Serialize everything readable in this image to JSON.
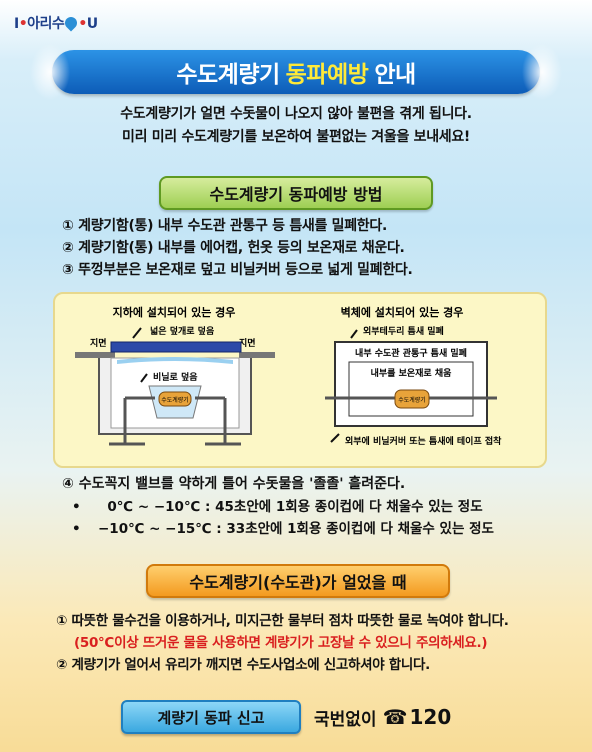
{
  "logo": {
    "text_prefix": "I",
    "text_main": "아리수",
    "text_suffix": "U"
  },
  "title": {
    "part1": "수도계량기",
    "highlight": "동파예방",
    "part2": "안내"
  },
  "intro": {
    "line1": "수도계량기가 얼면 수돗물이 나오지 않아 불편을 겪게 됩니다.",
    "line2": "미리 미리 수도계량기를 보온하여 불편없는 겨울을 보내세요!"
  },
  "section1": {
    "heading": "수도계량기 동파예방 방법",
    "steps": [
      "① 계량기함(통) 내부 수도관 관통구 등 틈새를 밀폐한다.",
      "② 계량기함(통) 내부를 에어캡, 헌옷 등의 보온재로 채운다.",
      "③ 뚜껑부분은 보온재로 덮고 비닐커버 등으로 넓게 밀폐한다."
    ]
  },
  "diagram": {
    "left": {
      "title": "지하에 설치되어 있는 경우",
      "ground_label": "지면",
      "cover_label": "넓은 덮개로 덮음",
      "vinyl_label": "비닐로 덮음",
      "meter_label": "수도계량기"
    },
    "right": {
      "title": "벽체에 설치되어 있는 경우",
      "gap_label": "외부테두리 틈새 밀폐",
      "inner_gap_label": "내부 수도관 관통구 틈새 밀폐",
      "insulation_label": "내부를 보온재로 채움",
      "meter_label": "수도계량기",
      "cover_label": "외부에 비닐커버 또는 틈새에 테이프 접착"
    }
  },
  "step4": {
    "text": "④ 수도꼭지 밸브를 약하게 틀어 수돗물을 '졸졸' 흘려준다.",
    "bullets": [
      {
        "bullet": "•",
        "range": "  0℃ ~ −10℃",
        "desc": " : 45초안에 1회용 종이컵에 다 채울수 있는 정도"
      },
      {
        "bullet": "•",
        "range": "−10℃ ~ −15℃",
        "desc": " : 33초안에 1회용 종이컵에 다 채울수 있는 정도"
      }
    ]
  },
  "section2": {
    "heading": "수도계량기(수도관)가 얼었을 때",
    "line1": "① 따뜻한 물수건을 이용하거나, 미지근한 물부터 점차 따뜻한 물로 녹여야 합니다.",
    "warning": "(50℃이상 뜨거운 물을 사용하면 계량기가 고장날 수 있으니 주의하세요.)",
    "line2": "② 계량기가 얼어서 유리가 깨지면 수도사업소에 신고하셔야 합니다."
  },
  "report": {
    "button_label": "계량기 동파 신고",
    "prefix": "국번없이",
    "phone_icon": "☎",
    "number": "120"
  },
  "colors": {
    "title_blue": "#0d5cb7",
    "highlight_yellow": "#ffea38",
    "green_heading": "#9ecf53",
    "orange_heading": "#f39a1f",
    "warning_red": "#d91f1f",
    "report_blue": "#3aa8e0"
  }
}
